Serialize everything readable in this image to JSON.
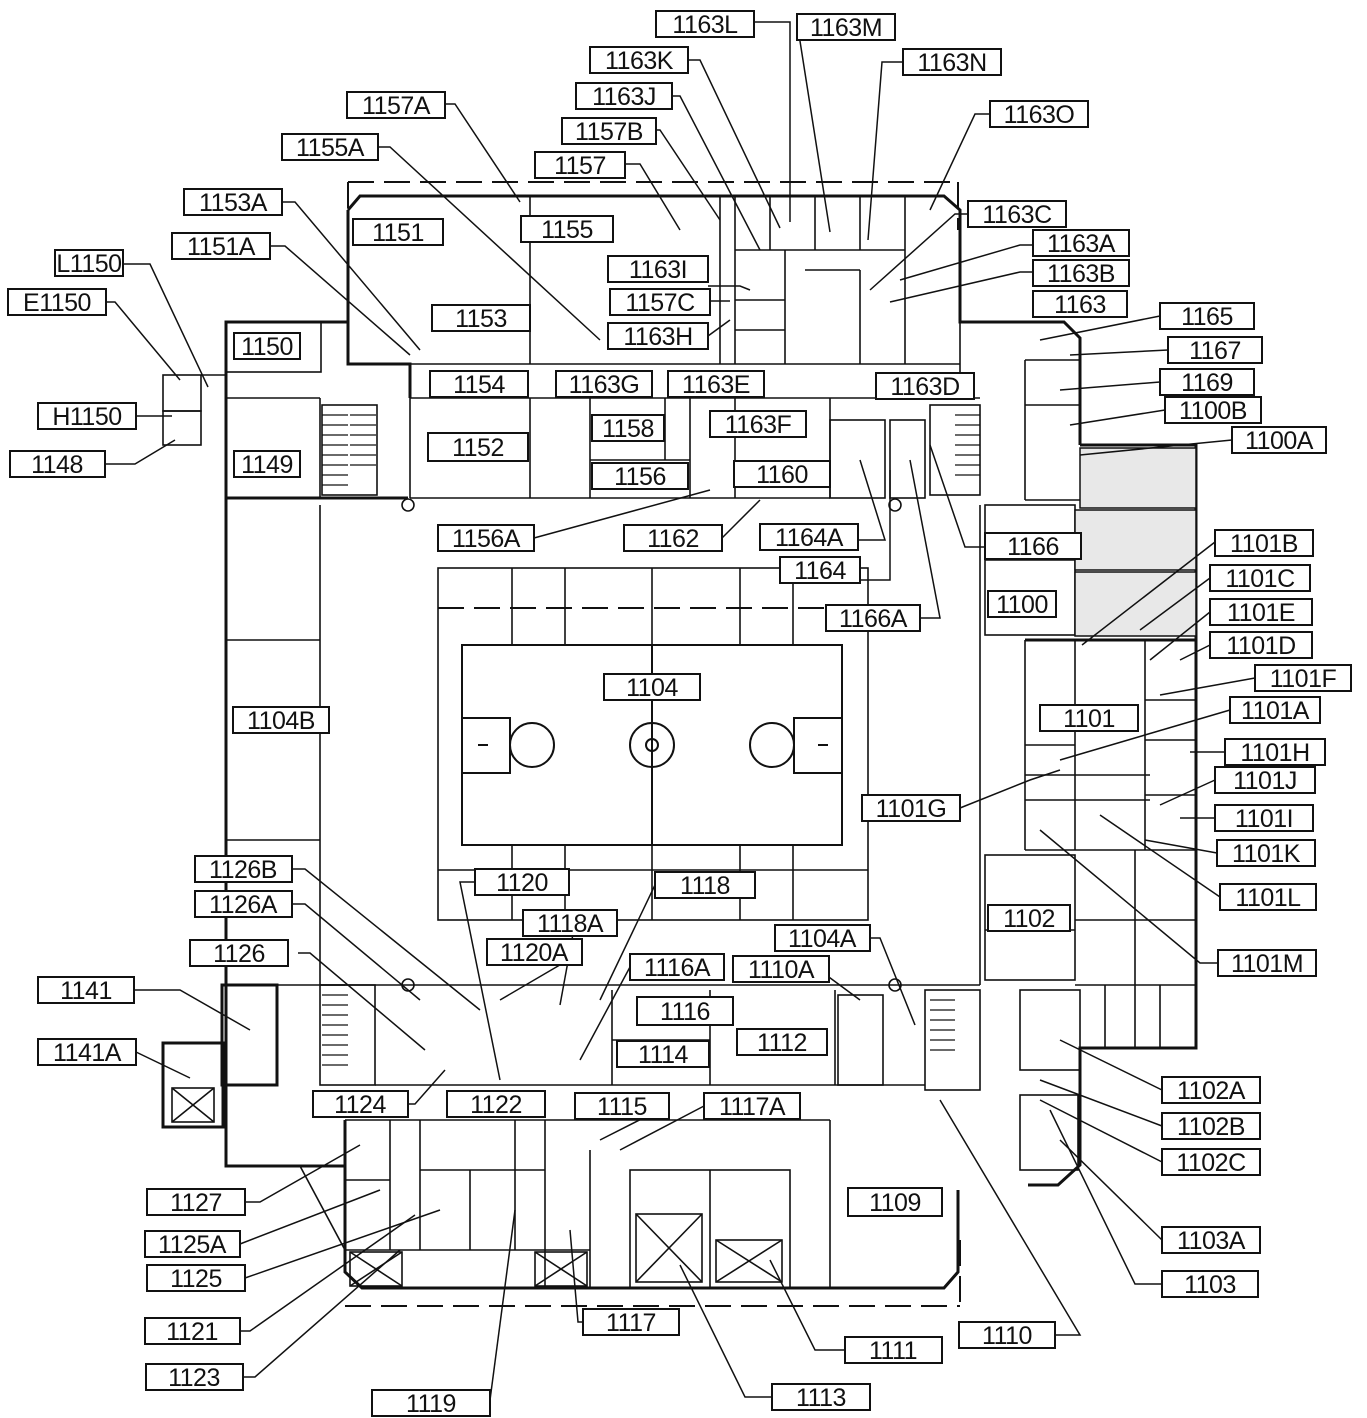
{
  "labels": {
    "r1163L": "1163L",
    "r1163M": "1163M",
    "r1163K": "1163K",
    "r1163N": "1163N",
    "r1157A": "1157A",
    "r1163J": "1163J",
    "r1163O": "1163O",
    "r1157B": "1157B",
    "r1155A": "1155A",
    "r1157": "1157",
    "r1153A": "1153A",
    "r1163C": "1163C",
    "r1151": "1151",
    "r1155": "1155",
    "r1151A": "1151A",
    "r1163A": "1163A",
    "r1163I": "1163I",
    "L1150": "L1150",
    "r1163B": "1163B",
    "r1157C": "1157C",
    "E1150": "E1150",
    "r1163": "1163",
    "r1153": "1153",
    "r1165": "1165",
    "r1163H": "1163H",
    "r1150": "1150",
    "r1167": "1167",
    "r1163G": "1163G",
    "r1154": "1154",
    "r1163E": "1163E",
    "r1163D": "1163D",
    "r1169": "1169",
    "H1150": "H1150",
    "r1100B": "1100B",
    "r1152": "1152",
    "r1158": "1158",
    "r1163F": "1163F",
    "r1100A": "1100A",
    "r1148": "1148",
    "r1149": "1149",
    "r1156": "1156",
    "r1160": "1160",
    "r1156A": "1156A",
    "r1162": "1162",
    "r1164A": "1164A",
    "r1166": "1166",
    "r1101B": "1101B",
    "r1164": "1164",
    "r1101C": "1101C",
    "r1100": "1100",
    "r1166A": "1166A",
    "r1101E": "1101E",
    "r1101D": "1101D",
    "r1101F": "1101F",
    "r1104": "1104",
    "r1101": "1101",
    "r1101A": "1101A",
    "r1104B": "1104B",
    "r1101H": "1101H",
    "r1101J": "1101J",
    "r1101G": "1101G",
    "r1101I": "1101I",
    "r1101K": "1101K",
    "r1126B": "1126B",
    "r1120": "1120",
    "r1118": "1118",
    "r1101L": "1101L",
    "r1126A": "1126A",
    "r1102": "1102",
    "r1118A": "1118A",
    "r1104A": "1104A",
    "r1120A": "1120A",
    "r1101M": "1101M",
    "r1126": "1126",
    "r1116A": "1116A",
    "r1110A": "1110A",
    "r1141": "1141",
    "r1116": "1116",
    "r1112": "1112",
    "r1114": "1114",
    "r1141A": "1141A",
    "r1102A": "1102A",
    "r1124": "1124",
    "r1122": "1122",
    "r1115": "1115",
    "r1117A": "1117A",
    "r1102B": "1102B",
    "r1102C": "1102C",
    "r1109": "1109",
    "r1127": "1127",
    "r1103A": "1103A",
    "r1125A": "1125A",
    "r1125": "1125",
    "r1103": "1103",
    "r1121": "1121",
    "r1117": "1117",
    "r1110": "1110",
    "r1111": "1111",
    "r1123": "1123",
    "r1113": "1113",
    "r1119": "1119"
  }
}
